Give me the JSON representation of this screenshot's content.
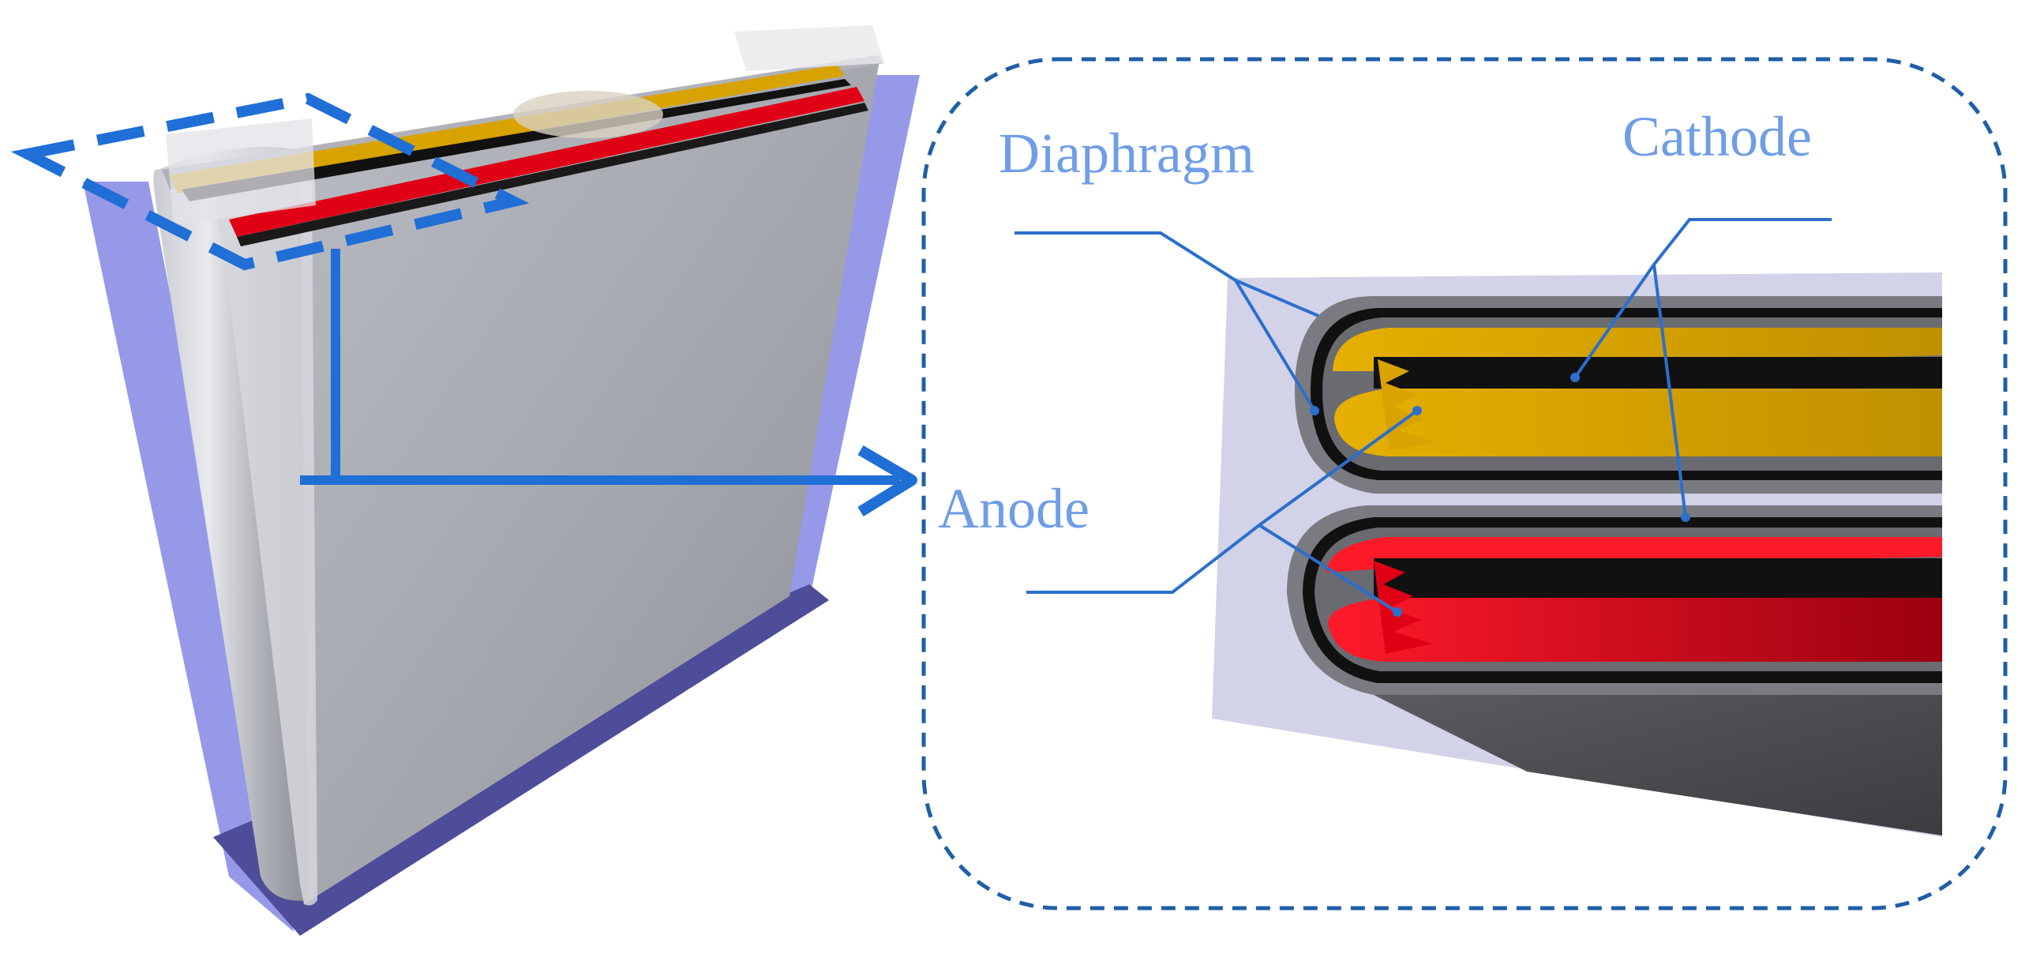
{
  "labels": {
    "diaphragm": "Diaphragm",
    "cathode": "Cathode",
    "anode": "Anode"
  },
  "colors": {
    "background": "#ffffff",
    "casing_blue": "#8a8ee6",
    "casing_dark": "#4d4d99",
    "jelly_roll_grey": "#a4a6ad",
    "anode_yellow": "#d8a200",
    "cathode_red": "#e00015",
    "separator_black": "#111111",
    "callout_blue": "#1f5fa8",
    "label_blue": "#6f9ee6",
    "leader_blue": "#2c6fcc"
  }
}
